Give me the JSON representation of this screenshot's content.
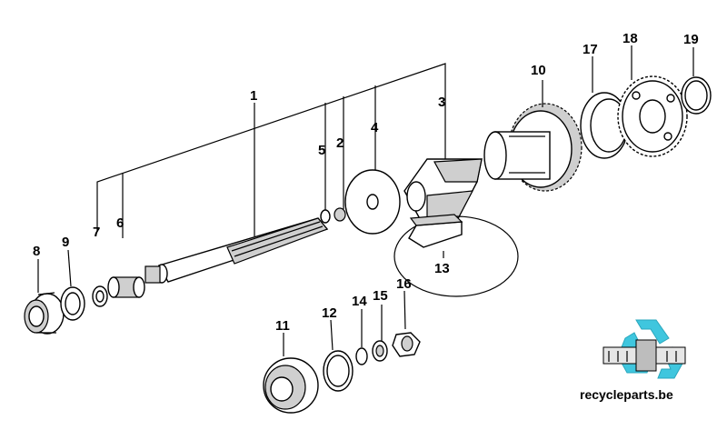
{
  "diagram": {
    "part_numbers": [
      "1",
      "2",
      "3",
      "4",
      "5",
      "6",
      "7",
      "8",
      "9",
      "10",
      "11",
      "12",
      "13",
      "14",
      "15",
      "16",
      "17",
      "18",
      "19"
    ],
    "highlighted_part": "13",
    "highlight_color": "#000000"
  },
  "logo": {
    "text": "recycleparts.be",
    "accent_color": "#3fc6de",
    "icon": "recycle-icon"
  }
}
